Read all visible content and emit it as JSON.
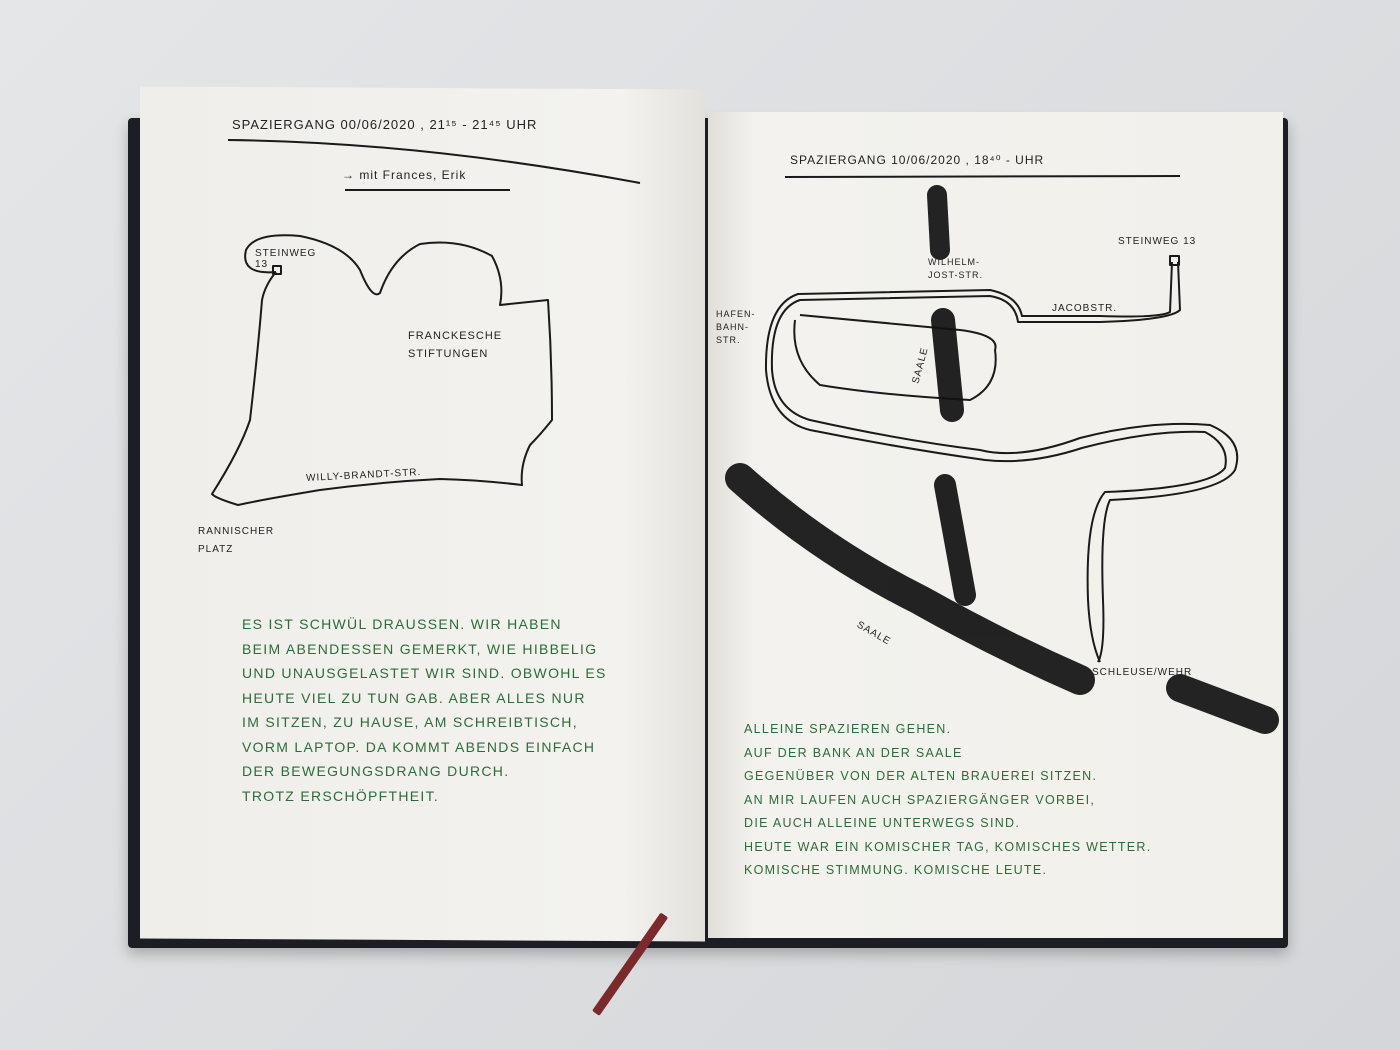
{
  "left_page": {
    "heading": "Spaziergang 00/06/2020 , 21¹⁵ - 21⁴⁵ Uhr",
    "subheading": "→ mit Frances, Erik",
    "map_labels": {
      "start": "Steinweg 13",
      "franckesche": "Franckesche Stiftungen",
      "street": "Willy-Brandt-Str.",
      "platz": "Rannischer Platz"
    },
    "text_lines": [
      "Es ist schwül draussen. Wir haben",
      "beim Abendessen gemerkt, wie hibbelig",
      "und unausgelastet wir sind. Obwohl es",
      "heute viel zu tun gab. Aber alles nur",
      "im Sitzen, zu Hause, am Schreibtisch,",
      "vorm Laptop. Da kommt abends einfach",
      "der Bewegungsdrang durch.",
      "Trotz Erschöpftheit."
    ]
  },
  "right_page": {
    "heading": "Spaziergang 10/06/2020 , 18⁴⁰ -       Uhr",
    "map_labels": {
      "start": "Steinweg 13",
      "wilhelm": "Wilhelm-Jost-Str.",
      "jacob": "Jacobstr.",
      "hafen": "Hafen-bahn-str.",
      "saale1": "Saale",
      "saale2": "Saale",
      "wehr": "Schleuse/Wehr"
    },
    "text_lines": [
      "Alleine spazieren gehen.",
      "Auf der Bank an der Saale",
      "gegenüber von der alten Brauerei sitzen.",
      "An mir laufen auch Spaziergänger vorbei,",
      "die auch alleine unterwegs sind.",
      "Heute war ein komischer Tag, komisches Wetter.",
      "Komische Stimmung. Komische Leute."
    ]
  },
  "colors": {
    "ink_green": "#2e6b3a",
    "ink_black": "#1a1a1a",
    "paper": "#f1f0eb"
  }
}
